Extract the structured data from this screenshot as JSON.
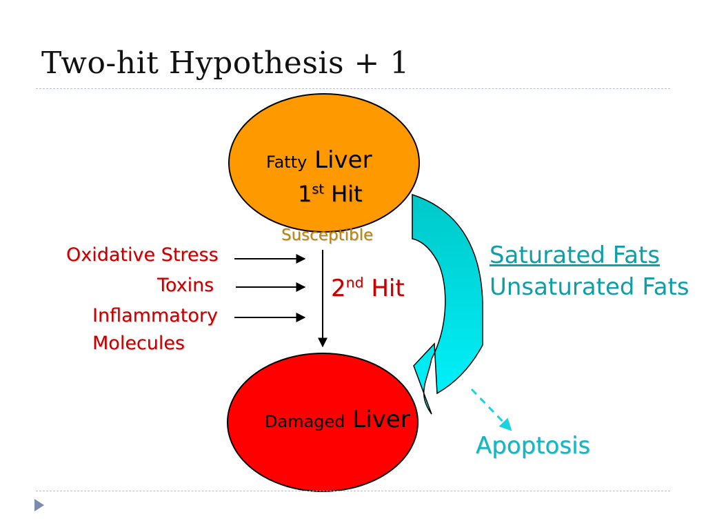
{
  "slide": {
    "title": "Two-hit Hypothesis + 1"
  },
  "diagram": {
    "fatty_liver": {
      "small": "Fatty",
      "large": "Liver",
      "hit_number": "1",
      "hit_sup": "st",
      "hit_word": "Hit",
      "fill": "#ff9900"
    },
    "susceptible": "Susceptible",
    "inputs": {
      "oxidative_stress": "Oxidative Stress",
      "toxins": "Toxins",
      "inflammatory": "Inflammatory",
      "molecules": "Molecules"
    },
    "second_hit": {
      "number": "2",
      "sup": "nd",
      "word": "Hit"
    },
    "fats": {
      "saturated": "Saturated Fats",
      "unsaturated": "Unsaturated Fats"
    },
    "damaged_liver": {
      "small": "Damaged",
      "large": "Liver",
      "fill": "#ff0000"
    },
    "apoptosis": "Apoptosis",
    "colors": {
      "red_text": "#c40000",
      "teal_text": "#0f9ea6",
      "cyan_arrow": "#00e5ee",
      "susceptible_text": "#b8860b"
    }
  }
}
